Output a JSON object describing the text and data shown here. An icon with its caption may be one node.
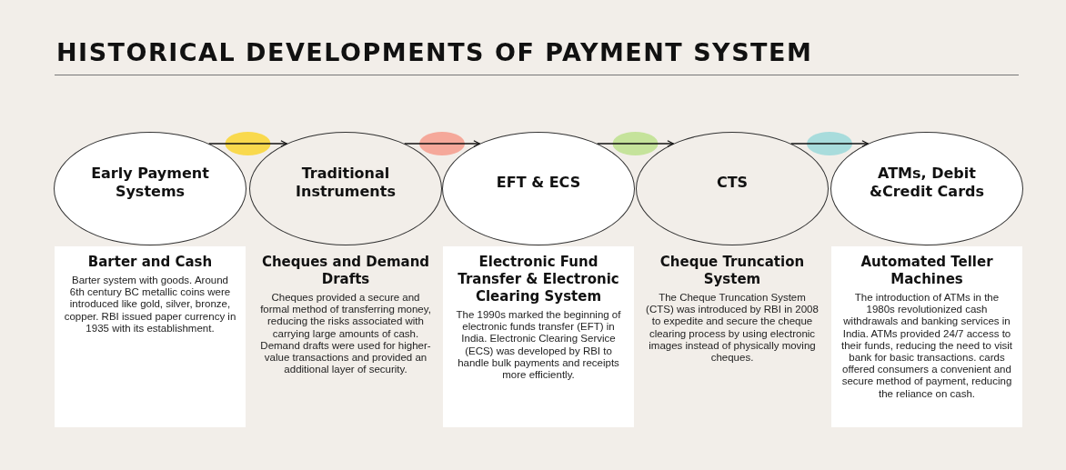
{
  "diagram": {
    "title": "HISTORICAL DEVELOPMENTS OF PAYMENT SYSTEM",
    "nodes": [
      {
        "text": [
          "Early Payment Systems"
        ]
      },
      {
        "text": [
          "Barter and Cash",
          "Barter system with goods. Around 6th century BC metallic coins were introduced like gold, silver, bronze, copper. RBI issued paper currency in 1935 with its establishment."
        ]
      },
      {
        "text": [
          "Traditional Instruments"
        ]
      },
      {
        "text": [
          "Cheques and Demand Drafts",
          "Cheques provided a secure and formal method of transferring money, reducing the risks associated with carrying large amounts of cash. Demand drafts were used for higher-value transactions and provided an additional layer of security."
        ]
      },
      {
        "text": [
          "EFT & ECS"
        ]
      },
      {
        "text": [
          "Electronic Fund Transfer & Electronic Clearing System",
          "The 1990s marked the beginning of electronic funds transfer (EFT) in India. Electronic Clearing Service (ECS) was developed by RBI to handle bulk payments and receipts more efficiently."
        ]
      },
      {
        "text": [
          "CTS"
        ]
      },
      {
        "text": [
          "Cheque Truncation System",
          "The Cheque Truncation System (CTS) was introduced by RBI in 2008 to expedite and secure the cheque clearing process by using electronic images instead of physically moving cheques."
        ]
      },
      {
        "text": [
          "ATMs, Debit &Credit Cards"
        ]
      },
      {
        "text": [
          "Automated Teller Machines",
          "The introduction of ATMs in the 1980s revolutionized cash withdrawals and banking services in India. ATMs provided 24/7 access to their funds, reducing the need to visit bank for basic transactions. cards offered consumers a convenient and secure method of payment, reducing the reliance on cash."
        ]
      }
    ],
    "edges": [
      {
        "from": 0,
        "to": 2,
        "arrow": "to"
      },
      {
        "from": 2,
        "to": 4,
        "arrow": "to"
      },
      {
        "from": 4,
        "to": 6,
        "arrow": "to"
      },
      {
        "from": 6,
        "to": 8,
        "arrow": "to"
      }
    ]
  }
}
